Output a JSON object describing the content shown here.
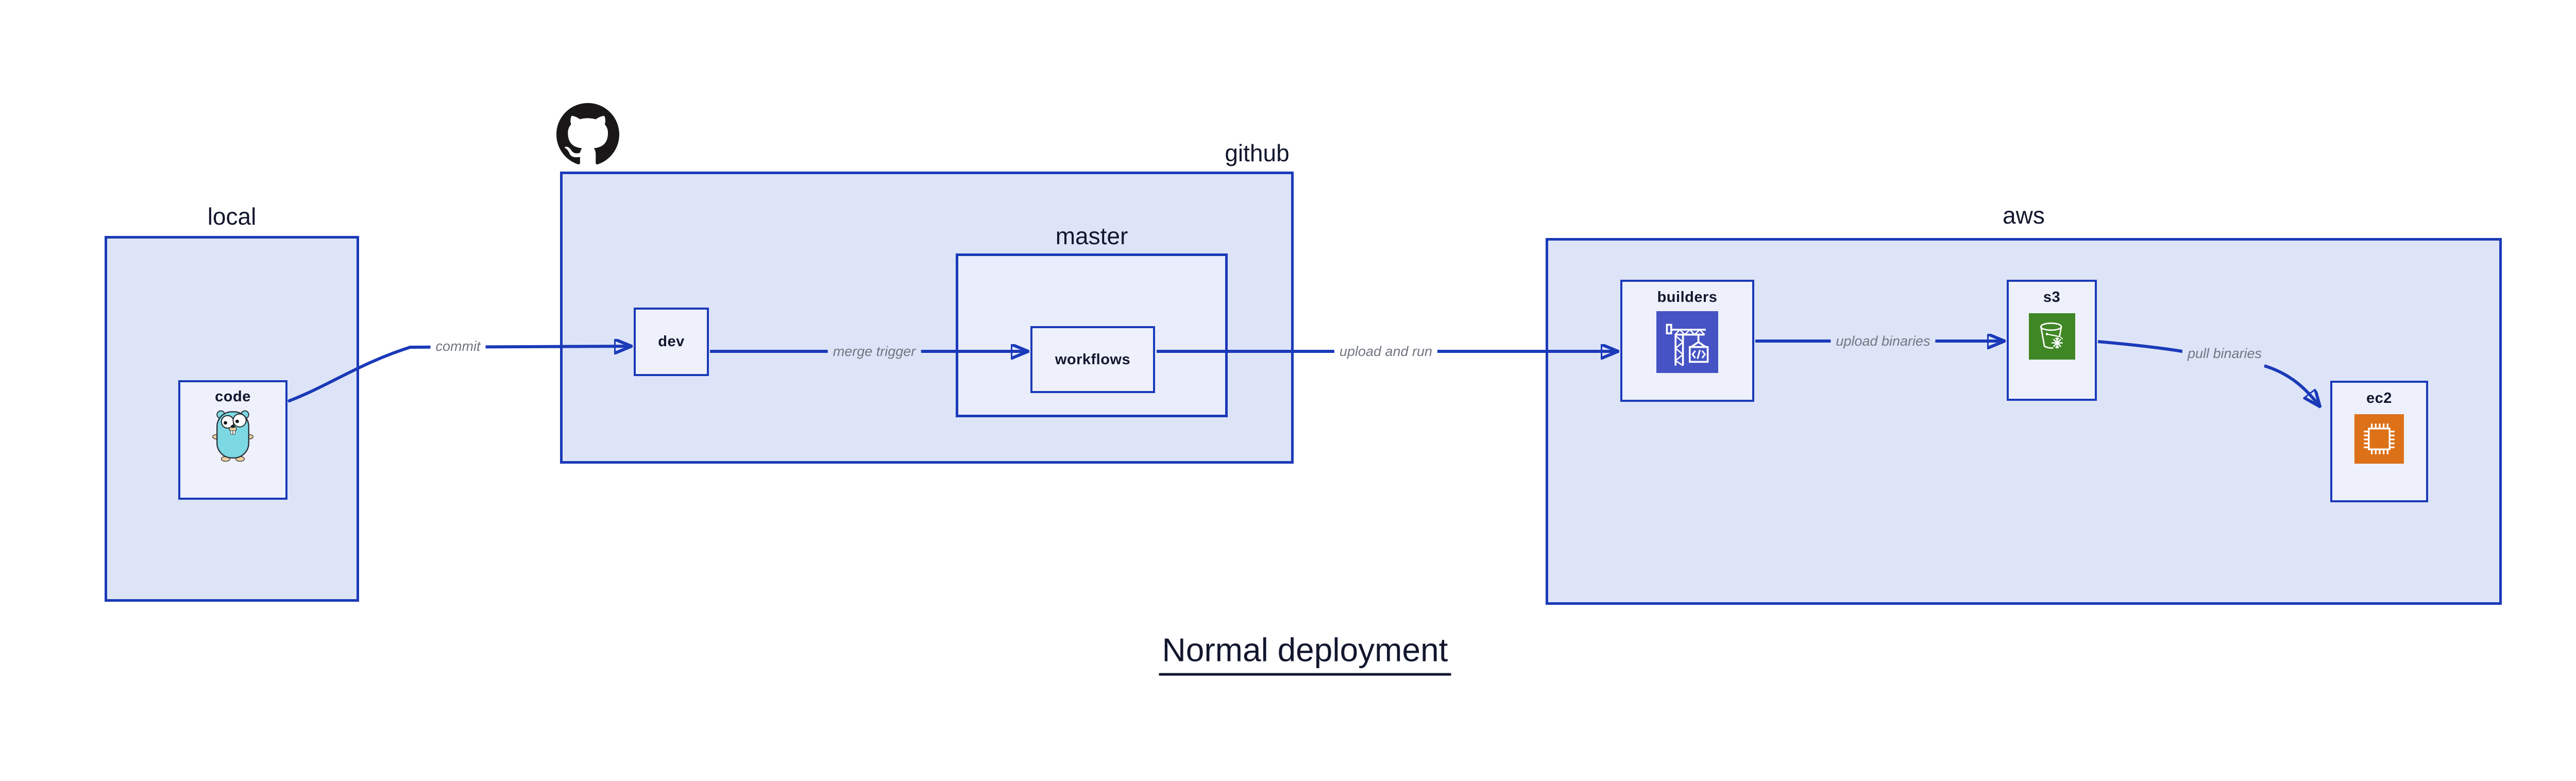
{
  "title": "Normal deployment",
  "groups": {
    "local": {
      "label": "local"
    },
    "github": {
      "label": "github"
    },
    "master": {
      "label": "master"
    },
    "aws": {
      "label": "aws"
    }
  },
  "nodes": {
    "code": {
      "label": "code",
      "icon": "go-gopher-icon"
    },
    "dev": {
      "label": "dev"
    },
    "workflows": {
      "label": "workflows"
    },
    "builders": {
      "label": "builders",
      "icon": "aws-codebuild-icon"
    },
    "s3": {
      "label": "s3",
      "icon": "aws-s3-glacier-bucket-icon"
    },
    "ec2": {
      "label": "ec2",
      "icon": "aws-ec2-chip-icon"
    }
  },
  "edges": [
    {
      "from": "code",
      "to": "dev",
      "label": "commit"
    },
    {
      "from": "dev",
      "to": "workflows",
      "label": "merge trigger"
    },
    {
      "from": "workflows",
      "to": "builders",
      "label": "upload and run"
    },
    {
      "from": "builders",
      "to": "s3",
      "label": "upload binaries"
    },
    {
      "from": "s3",
      "to": "ec2",
      "label": "pull binaries"
    }
  ],
  "header_icon": "github-octocat-icon",
  "colors": {
    "accent": "#1a3ab8",
    "group-fill": "#dee4f8",
    "master-fill": "#e9edfb",
    "leaf-fill": "#eef1fc",
    "edge-label": "#71767f",
    "text-dark": "#12172e",
    "icon-build-bg": "#4553c4",
    "icon-s3-bg": "#3f8624",
    "icon-ec2-bg": "#dd7118",
    "gopher-body": "#7cd8e2",
    "gopher-skin": "#efcf9f",
    "page-bg": "#ffffff"
  }
}
